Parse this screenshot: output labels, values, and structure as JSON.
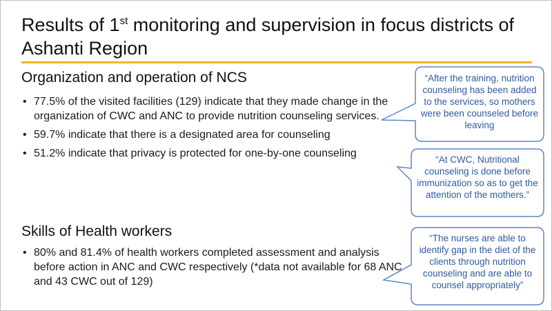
{
  "slide": {
    "title_part1": "Results of 1",
    "title_sup": "st",
    "title_part2": " monitoring and supervision in focus districts of Ashanti Region",
    "accent_color": "#f0b429",
    "callout_color": "#2f5b9b"
  },
  "section1": {
    "heading": "Organization and operation of NCS",
    "bullets": [
      "77.5% of the visited facilities (129) indicate that they made change in the organization of CWC and ANC to provide nutrition counseling services.",
      "59.7% indicate that there is a designated area for counseling",
      "51.2% indicate that privacy is protected for one-by-one counseling"
    ]
  },
  "section2": {
    "heading": "Skills of Health workers",
    "bullets": [
      "80% and 81.4% of health workers completed assessment and analysis before action in ANC and CWC respectively (*data not available for 68 ANC and 43 CWC out of 129)"
    ]
  },
  "callouts": [
    "“After the training, nutrition counseling has been added to the services, so mothers were been counseled before leaving",
    "“At CWC, Nutritional counseling is done before immunization so as to get the attention of the mothers.”",
    "“The nurses are able to identify gap in the diet of the clients through nutrition counseling and are able to counsel appropriately”"
  ]
}
